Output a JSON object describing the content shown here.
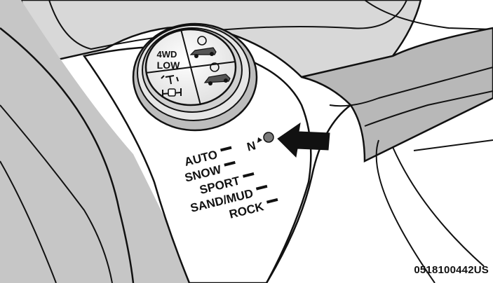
{
  "knob": {
    "quadrant_top_left": [
      "4WD",
      "LOW"
    ]
  },
  "modes": [
    {
      "label": "AUTO"
    },
    {
      "label": "SNOW"
    },
    {
      "label": "SPORT"
    },
    {
      "label": "SAND/MUD"
    },
    {
      "label": "ROCK"
    }
  ],
  "neutral": {
    "label": "N",
    "indicator_color": "#7a7a7a"
  },
  "figure_code": "0518100442US",
  "icons": {
    "knob_top_right": "vehicle-hill-descent-icon",
    "knob_bottom_right": "vehicle-hill-descent-icon",
    "knob_bottom_left": "axle-lock-icon",
    "pointer": "arrow-left-icon"
  }
}
